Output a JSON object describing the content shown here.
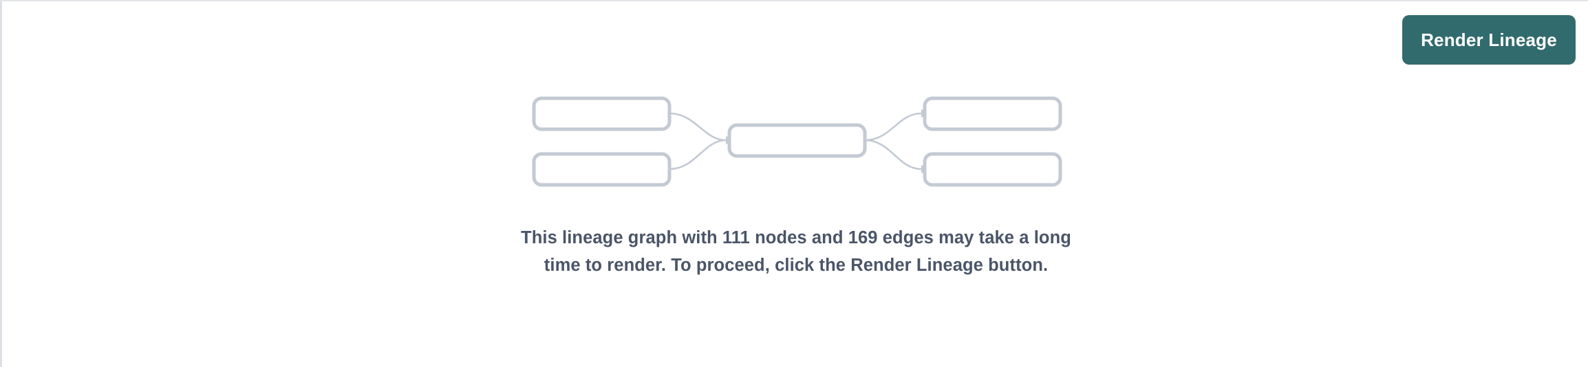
{
  "page": {
    "background_color": "#ffffff",
    "border_color": "#e2e4e8"
  },
  "toolbar": {
    "render_lineage_label": "Render Lineage",
    "button_color": "#326b6e",
    "button_text_color": "#ffffff"
  },
  "graph_preview": {
    "node_border_color": "#c3cad3",
    "node_fill_color": "#ffffff",
    "edge_color": "#c3cad3",
    "nodes": [
      {
        "id": "upstream-1",
        "label": ""
      },
      {
        "id": "upstream-2",
        "label": ""
      },
      {
        "id": "center",
        "label": ""
      },
      {
        "id": "downstream-1",
        "label": ""
      },
      {
        "id": "downstream-2",
        "label": ""
      }
    ],
    "edges": [
      {
        "from": "upstream-1",
        "to": "center"
      },
      {
        "from": "upstream-2",
        "to": "center"
      },
      {
        "from": "center",
        "to": "downstream-1"
      },
      {
        "from": "center",
        "to": "downstream-2"
      }
    ]
  },
  "message": {
    "text": "This lineage graph with 111 nodes and 169 edges may take a long time to render. To proceed, click the Render Lineage button.",
    "node_count": 111,
    "edge_count": 169,
    "text_color": "#4a5568"
  }
}
